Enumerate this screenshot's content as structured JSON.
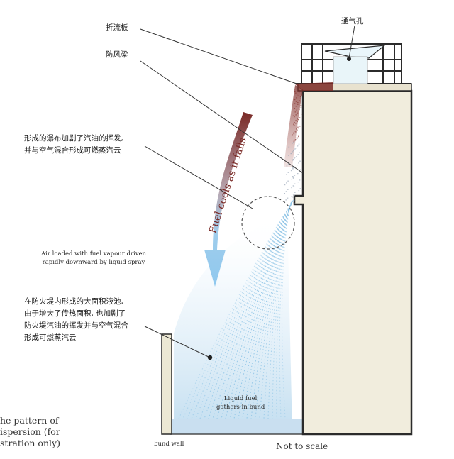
{
  "labels": {
    "baffle": "折流板",
    "wind_girder": "防风梁",
    "vent": "通气孔",
    "cascade_lines": [
      "形成的瀑布加剧了汽油的挥发,",
      "并与空气混合形成可燃蒸汽云"
    ],
    "air_lines": [
      "Air loaded with fuel vapour driven",
      "rapidly downward by liquid spray"
    ],
    "pool_lines": [
      "在防火堤内形成的大面积液池,",
      "由于增大了传热面积, 也加剧了",
      "防火堤汽油的挥发并与空气混合",
      "形成可燃蒸汽云"
    ],
    "liquid_lines": [
      "Liquid fuel",
      "gathers in bund"
    ],
    "bund_wall": "bund wall",
    "not_to_scale": "Not to scale",
    "fuel_cools": "Fuel cools as it falls",
    "pattern_lines": [
      "he pattern of",
      "ispersion (for",
      "stration only)"
    ]
  },
  "colors": {
    "tank_fill": "#f1eddd",
    "outline": "#2b2b2b",
    "fuel_dark": "#7a2a26",
    "spray_blue": "#8ec4e6",
    "arrow_blue": "#8fc8ee",
    "pool_blue": "#c9dff0"
  }
}
